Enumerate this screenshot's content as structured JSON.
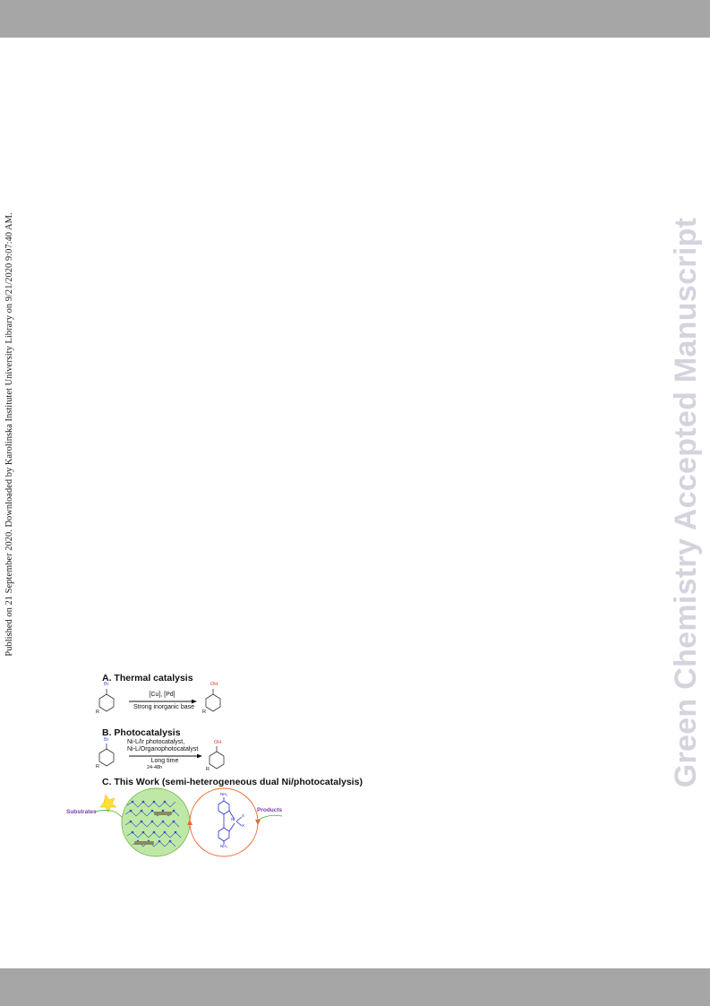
{
  "margin_note": "Published on 21 September 2020. Downloaded by Karolinska Institutet University Library on 9/21/2020 9:07:40 AM.",
  "watermark": "Green Chemistry Accepted Manuscript",
  "scheme": {
    "section_a": {
      "title": "A. Thermal catalysis",
      "substituent_in": "Br",
      "substituent_out": "OH",
      "r_group": "R",
      "conditions_above": "[Cu], [Pd]",
      "conditions_below": "Strong inorganic base"
    },
    "section_b": {
      "title": "B. Photocatalysis",
      "substituent_in": "Br",
      "substituent_out": "OH",
      "r_group": "R",
      "conditions_line1": "Ni-L/Ir photocatalyst,",
      "conditions_line2": "Ni-L/Organophotocatalyst",
      "conditions_line3": "Long time",
      "conditions_line4": "24-48h"
    },
    "section_c": {
      "title": "C. This Work (semi-heterogeneous dual Ni/photocatalysis)",
      "left_label": "Substrates",
      "right_label": "Products",
      "ligand_top": "NH₂",
      "ligand_bottom": "NH₂",
      "ni_label": "Ni",
      "x1": "X",
      "x2": "X"
    }
  },
  "colors": {
    "bar": "#a6a6a6",
    "watermark": "#d3d4dd",
    "bromine": "#3b5bd9",
    "hydroxyl": "#e0302a",
    "ligand": "#2b2bd6",
    "sphere_fill": "#bfe8a6",
    "arrow_orange": "#ee6a2c",
    "label_purple": "#7a3aa8"
  }
}
